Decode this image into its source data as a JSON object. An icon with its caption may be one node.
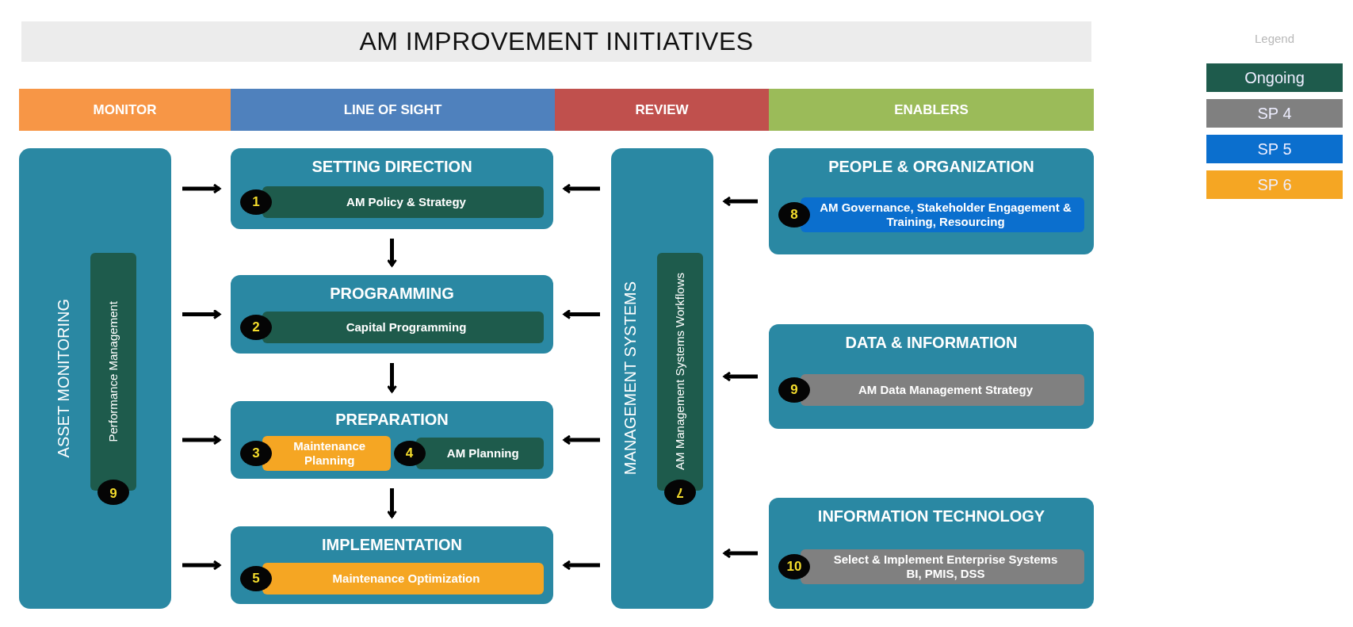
{
  "diagram": {
    "title": "AM IMPROVEMENT INITIATIVES",
    "nodes": [
      {
        "text": [
          "MONITOR"
        ]
      },
      {
        "text": [
          "LINE OF SIGHT"
        ]
      },
      {
        "text": [
          "REVIEW"
        ]
      },
      {
        "text": [
          "ENABLERS"
        ]
      },
      {
        "text": [
          "ASSET MONITORING"
        ]
      },
      {
        "text": [
          "Performance Management"
        ],
        "in": 4,
        "beside": [
          "6"
        ]
      },
      {
        "text": [
          "SETTING DIRECTION"
        ]
      },
      {
        "text": [
          "AM Policy & Strategy"
        ],
        "in": 6,
        "beside": [
          "1"
        ]
      },
      {
        "text": [
          "PROGRAMMING"
        ]
      },
      {
        "text": [
          "Capital Programming"
        ],
        "in": 8,
        "beside": [
          "2"
        ]
      },
      {
        "text": [
          "PREPARATION"
        ]
      },
      {
        "text": [
          "Maintenance Planning"
        ],
        "in": 10,
        "beside": [
          "3"
        ]
      },
      {
        "text": [
          "AM Planning"
        ],
        "in": 10,
        "beside": [
          "4"
        ]
      },
      {
        "text": [
          "IMPLEMENTATION"
        ]
      },
      {
        "text": [
          "Maintenance Optimization"
        ],
        "in": 13,
        "beside": [
          "5"
        ]
      },
      {
        "text": [
          "MANAGEMENT SYSTEMS"
        ]
      },
      {
        "text": [
          "AM Management Systems Workflows"
        ],
        "in": 15,
        "beside": [
          "7"
        ]
      },
      {
        "text": [
          "PEOPLE & ORGANIZATION"
        ]
      },
      {
        "text": [
          "AM Governance, Stakeholder Engagement & Training, Resourcing"
        ],
        "in": 17,
        "beside": [
          "8"
        ]
      },
      {
        "text": [
          "DATA & INFORMATION"
        ]
      },
      {
        "text": [
          "AM Data Management Strategy"
        ],
        "in": 19,
        "beside": [
          "9"
        ]
      },
      {
        "text": [
          "INFORMATION TECHNOLOGY"
        ]
      },
      {
        "text": [
          "Select & Implement Enterprise Systems",
          "BI, PMIS, DSS"
        ],
        "in": 21,
        "beside": [
          "10"
        ]
      }
    ],
    "edges": [
      {
        "from": 4,
        "to": 6,
        "arrow": "to"
      },
      {
        "from": 4,
        "to": 8,
        "arrow": "to"
      },
      {
        "from": 4,
        "to": 10,
        "arrow": "to"
      },
      {
        "from": 4,
        "to": 13,
        "arrow": "to"
      },
      {
        "from": 6,
        "to": 8,
        "arrow": "to"
      },
      {
        "from": 8,
        "to": 10,
        "arrow": "to"
      },
      {
        "from": 10,
        "to": 13,
        "arrow": "to"
      },
      {
        "from": 15,
        "to": 6,
        "arrow": "to"
      },
      {
        "from": 15,
        "to": 8,
        "arrow": "to"
      },
      {
        "from": 15,
        "to": 10,
        "arrow": "to"
      },
      {
        "from": 15,
        "to": 13,
        "arrow": "to"
      },
      {
        "from": 17,
        "to": 15,
        "arrow": "to"
      },
      {
        "from": 19,
        "to": 15,
        "arrow": "to"
      },
      {
        "from": 21,
        "to": 15,
        "arrow": "to"
      }
    ],
    "labels": [
      "Legend"
    ],
    "legend": [
      {
        "text": "Ongoing",
        "color": "#1e5b4c"
      },
      {
        "text": "SP 4",
        "color": "#808080"
      },
      {
        "text": "SP 5",
        "color": "#0b6fce"
      },
      {
        "text": "SP 6",
        "color": "#f5a623"
      }
    ]
  }
}
